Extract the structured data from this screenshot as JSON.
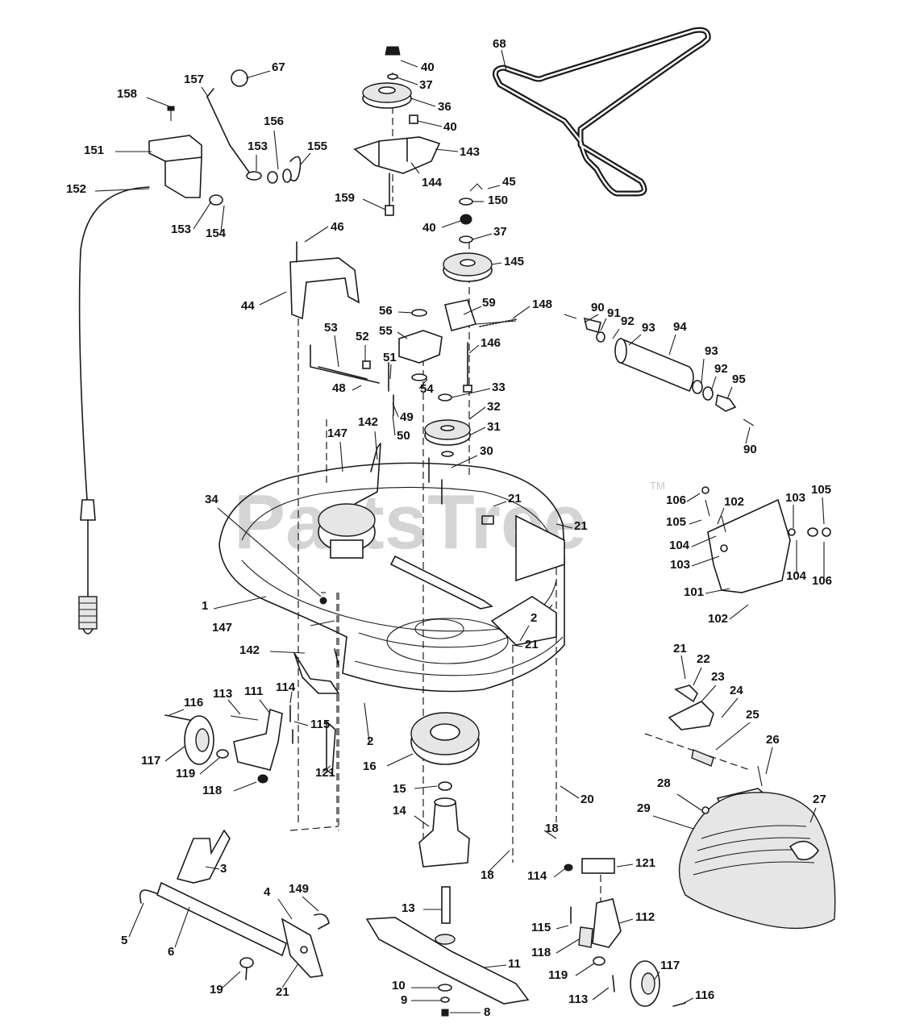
{
  "watermark": {
    "text": "PartsTree",
    "tm": "TM"
  },
  "parts": [
    {
      "n": "158"
    },
    {
      "n": "157"
    },
    {
      "n": "67"
    },
    {
      "n": "156"
    },
    {
      "n": "151"
    },
    {
      "n": "153"
    },
    {
      "n": "155"
    },
    {
      "n": "152"
    },
    {
      "n": "153"
    },
    {
      "n": "154"
    },
    {
      "n": "40"
    },
    {
      "n": "37"
    },
    {
      "n": "36"
    },
    {
      "n": "40"
    },
    {
      "n": "143"
    },
    {
      "n": "144"
    },
    {
      "n": "159"
    },
    {
      "n": "68"
    },
    {
      "n": "45"
    },
    {
      "n": "150"
    },
    {
      "n": "40"
    },
    {
      "n": "37"
    },
    {
      "n": "145"
    },
    {
      "n": "46"
    },
    {
      "n": "44"
    },
    {
      "n": "56"
    },
    {
      "n": "59"
    },
    {
      "n": "148"
    },
    {
      "n": "55"
    },
    {
      "n": "53"
    },
    {
      "n": "52"
    },
    {
      "n": "51"
    },
    {
      "n": "146"
    },
    {
      "n": "54"
    },
    {
      "n": "33"
    },
    {
      "n": "48"
    },
    {
      "n": "49"
    },
    {
      "n": "32"
    },
    {
      "n": "50"
    },
    {
      "n": "142"
    },
    {
      "n": "31"
    },
    {
      "n": "147"
    },
    {
      "n": "30"
    },
    {
      "n": "90"
    },
    {
      "n": "91"
    },
    {
      "n": "92"
    },
    {
      "n": "93"
    },
    {
      "n": "94"
    },
    {
      "n": "93"
    },
    {
      "n": "92"
    },
    {
      "n": "95"
    },
    {
      "n": "90"
    },
    {
      "n": "21"
    },
    {
      "n": "21"
    },
    {
      "n": "34"
    },
    {
      "n": "106"
    },
    {
      "n": "102"
    },
    {
      "n": "103"
    },
    {
      "n": "105"
    },
    {
      "n": "105"
    },
    {
      "n": "104"
    },
    {
      "n": "103"
    },
    {
      "n": "104"
    },
    {
      "n": "106"
    },
    {
      "n": "101"
    },
    {
      "n": "102"
    },
    {
      "n": "1"
    },
    {
      "n": "147"
    },
    {
      "n": "2"
    },
    {
      "n": "21"
    },
    {
      "n": "142"
    },
    {
      "n": "21"
    },
    {
      "n": "22"
    },
    {
      "n": "23"
    },
    {
      "n": "24"
    },
    {
      "n": "25"
    },
    {
      "n": "26"
    },
    {
      "n": "116"
    },
    {
      "n": "113"
    },
    {
      "n": "111"
    },
    {
      "n": "114"
    },
    {
      "n": "115"
    },
    {
      "n": "117"
    },
    {
      "n": "119"
    },
    {
      "n": "121"
    },
    {
      "n": "118"
    },
    {
      "n": "2"
    },
    {
      "n": "16"
    },
    {
      "n": "15"
    },
    {
      "n": "14"
    },
    {
      "n": "20"
    },
    {
      "n": "28"
    },
    {
      "n": "29"
    },
    {
      "n": "27"
    },
    {
      "n": "18"
    },
    {
      "n": "18"
    },
    {
      "n": "3"
    },
    {
      "n": "114"
    },
    {
      "n": "121"
    },
    {
      "n": "4"
    },
    {
      "n": "149"
    },
    {
      "n": "13"
    },
    {
      "n": "5"
    },
    {
      "n": "6"
    },
    {
      "n": "112"
    },
    {
      "n": "115"
    },
    {
      "n": "11"
    },
    {
      "n": "118"
    },
    {
      "n": "19"
    },
    {
      "n": "21"
    },
    {
      "n": "119"
    },
    {
      "n": "117"
    },
    {
      "n": "10"
    },
    {
      "n": "9"
    },
    {
      "n": "8"
    },
    {
      "n": "113"
    },
    {
      "n": "116"
    }
  ]
}
